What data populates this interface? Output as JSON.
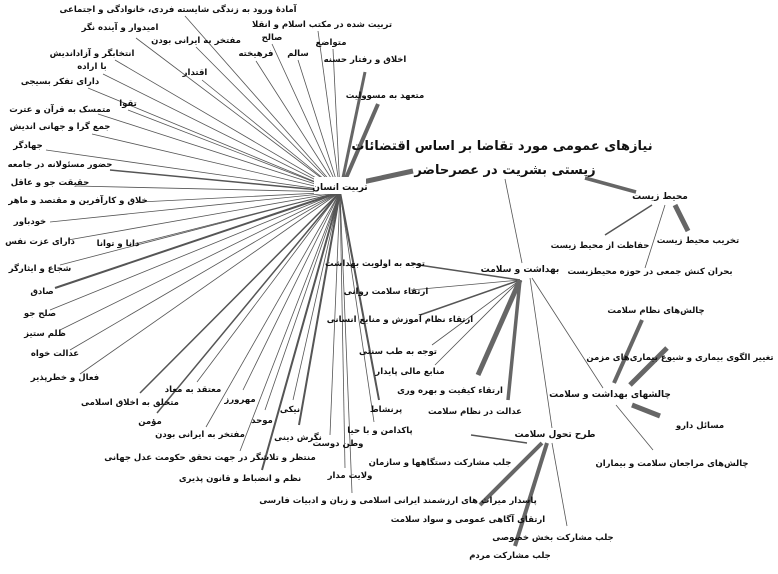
{
  "title": {
    "line1": "نیازهای عمومی مورد تقاضا بر اساس اقتضائات",
    "line2": "زیستی بشریت در عصرحاضر"
  },
  "hubs": {
    "tarbiat": "تربیت انسان",
    "health": "بهداشت و سلامت",
    "env": "محیط زیست",
    "challenges": "چالشهای بهداشت و سلامت",
    "tahavol": "طرح تحول سلامت"
  },
  "tarbiat_items": [
    "تربیت شده در مکتب اسلام و انقلا",
    "متواضع",
    "اخلاق و رفتار حسنه",
    "متعهد به مسوولیت",
    "آمادهٔ ورود به زندگی شایسته فردی، خانوادگی و اجتماعی",
    "صالح",
    "سالم",
    "فرهیخته",
    "مفتخر به ایرانی بودن",
    "امیدوار و آینده نگر",
    "انتخابگر و آزاداندیش",
    "اقتدار",
    "با اراده",
    "دارای تفکر بسیجی",
    "تقوا",
    "متمسک به قرآن و عترت",
    "جمع گرا و جهانی اندیش",
    "جهادگر",
    "حضور مسئولانه در جامعه",
    "حقیقت جو و عاقل",
    "خلاق و کارآفرین و مقتصد و ماهر",
    "خودباور",
    "دارای عزت نفس",
    "دانا و توانا",
    "شجاع و ایثارگر",
    "صادق",
    "صلح جو",
    "ظلم ستیز",
    "عدالت خواه",
    "فعال و خطرپذیر",
    "متخلق به اخلاق اسلامی",
    "مؤمن",
    "معتقد به معاد",
    "مفتخر به ایرانی بودن",
    "مهرورز",
    "موحد",
    "نیکی",
    "نگرش دینی",
    "منتظر و تلاشگر در جهت تحقق حکومت عدل جهانی",
    "نظم و انضباط و قانون پذیری",
    "وطن دوست",
    "ولایت مدار",
    "پاسدار میراث های ارزشمند ایرانی اسلامی و زبان و ادبیات فارسی",
    "پاکدامن و با حیا",
    "پرنشاط"
  ],
  "health_items": [
    "توجه به اولویت بهداشت",
    "ارتقاء سلامت روانی",
    "ارتقاء نظام آموزش و منابع انسانی",
    "توجه به طب سنتی",
    "منابع مالی پایدار",
    "ارتقاء کیفیت و بهره وری",
    "عدالت در نظام سلامت"
  ],
  "env_items": [
    "حفاظت از محیط زیست",
    "تخریب محیط زیست",
    "بحران کنش جمعی در حوزه محیطزیست"
  ],
  "challenge_items": [
    "چالش‌های نظام سلامت",
    "تغییر الگوی بیماری و شیوع بیماری‌های مزمن",
    "مسائل دارو",
    "چالش‌های مراجعان سلامت و بیماران"
  ],
  "tahavol_items": [
    "جلب مشارکت دستگاهها و سازمان",
    "ارتقای آگاهی عمومی و سواد سلامت",
    "جلب مشارکت بخش خصوصی",
    "جلب مشارکت مردم"
  ],
  "colors": {
    "line": "#555555",
    "thick": "#666666",
    "text": "#111111"
  }
}
